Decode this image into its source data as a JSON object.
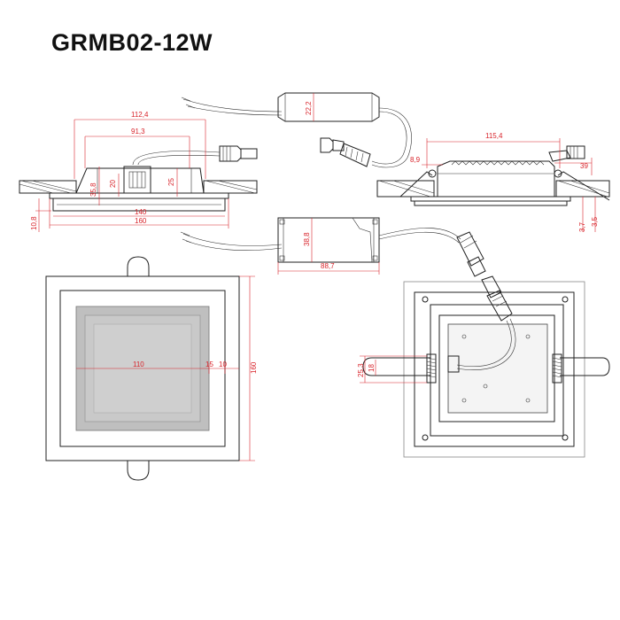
{
  "title": "GRMB02-12W",
  "dimensions": {
    "driver_top_height": "22,2",
    "side_outer_width": "112,4",
    "side_inner_width": "91,3",
    "side_height_total": "35,8",
    "side_height_mid": "20",
    "side_height_right": "25",
    "side_bottom_inner": "140",
    "side_bottom_outer": "160",
    "side_flange": "10,8",
    "right_width": "115,4",
    "right_depth": "8,9",
    "right_offset": "39",
    "right_h1": "3,7",
    "right_h2": "3,5",
    "driver_height": "38,8",
    "driver_length": "88,7",
    "front_inner": "110",
    "front_gap1": "15",
    "front_gap2": "10",
    "front_height": "160",
    "back_spring_h1": "25,3",
    "back_spring_h2": "18"
  }
}
